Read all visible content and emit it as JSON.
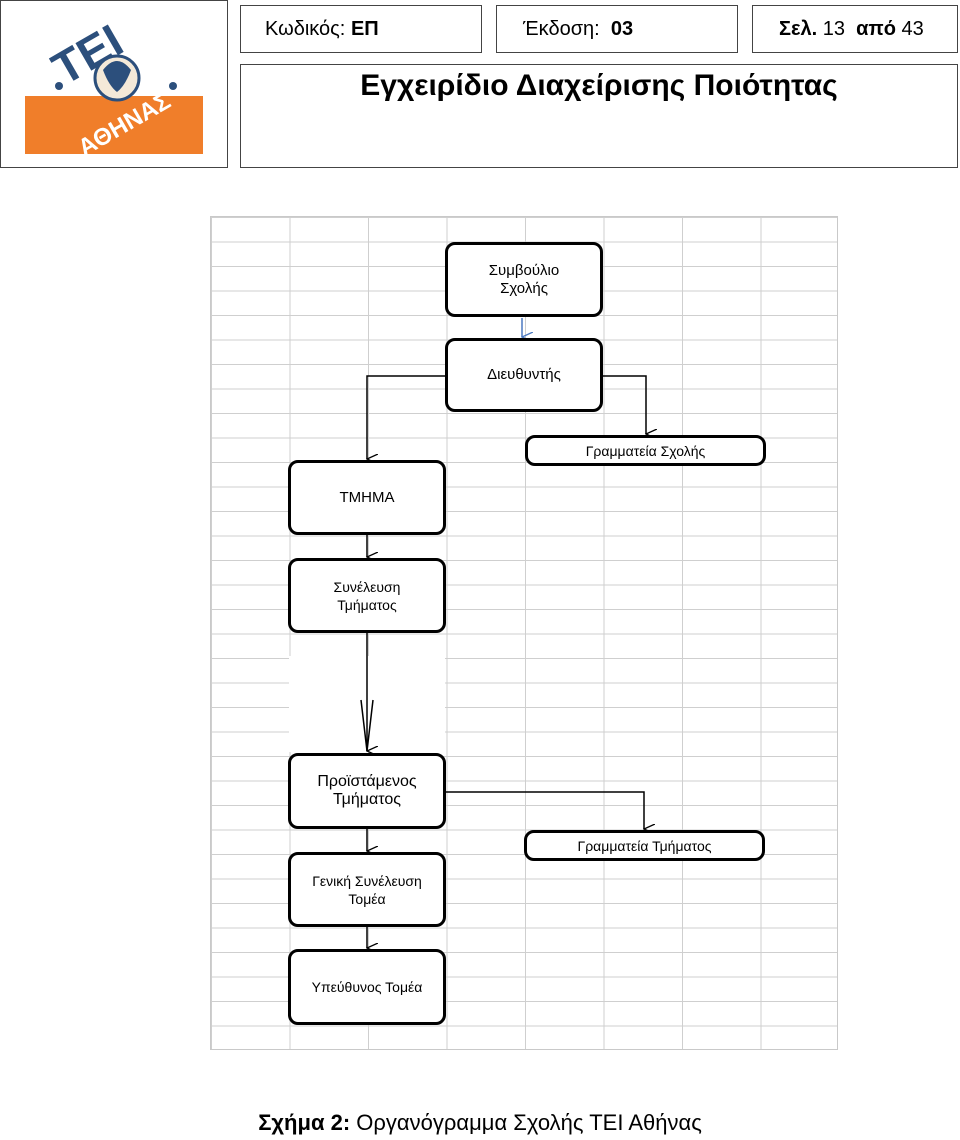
{
  "header": {
    "logo": {
      "text": "ΤΕΙ ΑΘΗΝΑΣ",
      "colors": {
        "top": "#ffffff",
        "bottom": "#f07e2a",
        "lettering": "#2c4f7c"
      }
    },
    "code_label": "Κωδικός:",
    "code_value": "ΕΠ",
    "edition_label": "Έκδοση:",
    "edition_value": "03",
    "page_label": "Σελ.",
    "page_current": "13",
    "page_of": "από",
    "page_total": "43",
    "title": "Εγχειρίδιο Διαχείρισης Ποιότητας"
  },
  "diagram": {
    "nodes": [
      {
        "id": "school-council",
        "lines": [
          "Συμβούλιο",
          "Σχολής"
        ]
      },
      {
        "id": "director",
        "lines": [
          "Διευθυντής"
        ]
      },
      {
        "id": "school-secretariat",
        "lines": [
          "Γραμματεία  Σχολής"
        ]
      },
      {
        "id": "department",
        "lines": [
          "ΤΜΗΜΑ"
        ]
      },
      {
        "id": "department-assembly",
        "lines": [
          "Συνέλευση",
          "Τμήματος"
        ]
      },
      {
        "id": "department-head",
        "lines": [
          "Προϊστάμενος",
          "Τμήματος"
        ]
      },
      {
        "id": "department-secretariat",
        "lines": [
          "Γραμματεία  Τμήματος"
        ]
      },
      {
        "id": "sector-general-assembly",
        "lines": [
          "Γενική  Συνέλευση",
          "Τομέα"
        ]
      },
      {
        "id": "sector-head",
        "lines": [
          "Υπεύθυνος Τομέα"
        ]
      }
    ],
    "colors": {
      "grid": "#cfcfcf",
      "box_border": "#000000",
      "council_arrow": "#4a78c0"
    }
  },
  "caption": {
    "prefix": "Σχήμα 2:",
    "text": "Οργανόγραμμα Σχολής ΤΕΙ Αθήνας"
  }
}
